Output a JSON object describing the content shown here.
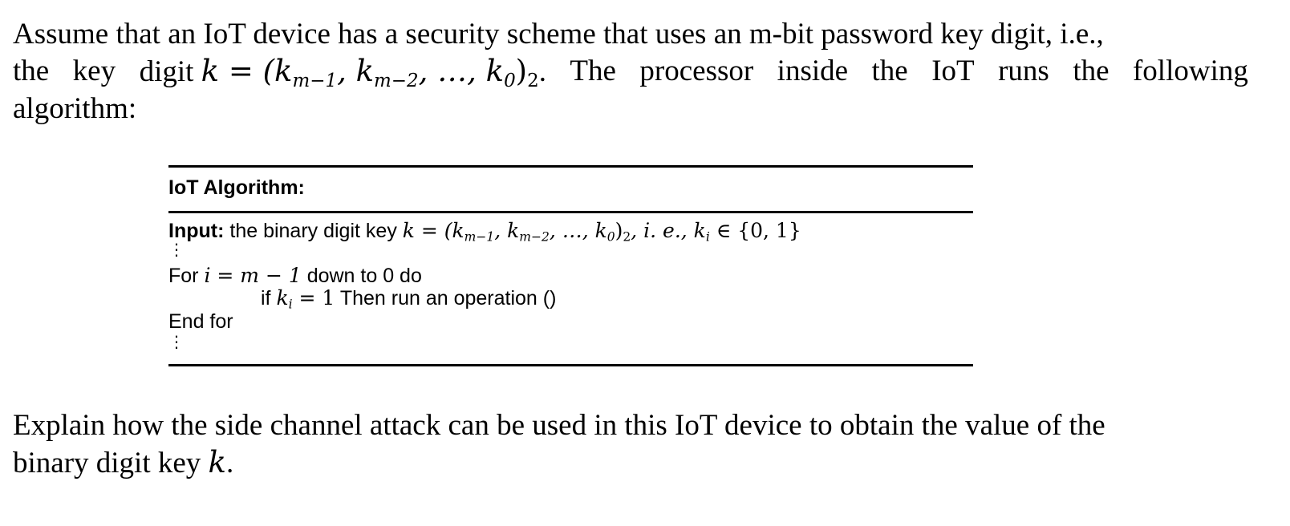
{
  "question": {
    "intro_line1": "Assume that an IoT device has a security scheme that uses an m-bit password key digit, i.e.,",
    "intro_line2_words": [
      "the",
      "key",
      "digit"
    ],
    "intro_line2_math": "k = (k",
    "intro_line2_math_sub1": "m−1",
    "intro_line2_math_mid": ", k",
    "intro_line2_math_sub2": "m−2",
    "intro_line2_math_end": ", …, k",
    "intro_line2_math_sub3": "0",
    "intro_line2_math_close": ")",
    "intro_line2_math_sub4": "2",
    "intro_line2_rest_words": [
      ".",
      "The",
      "processor",
      "inside",
      "the",
      "IoT",
      "runs",
      "the",
      "following"
    ],
    "intro_line3": "algorithm:",
    "closing_line1": "Explain how the side channel attack can be used in this IoT device to obtain the value of the",
    "closing_line2_text": "binary digit key ",
    "closing_line2_var": "k",
    "closing_line2_end": "."
  },
  "algorithm": {
    "title": "IoT Algorithm:",
    "input_label": "Input:",
    "input_text": " the binary digit key ",
    "input_math": "k = (k",
    "input_sub1": "m−1",
    "input_math2": ", k",
    "input_sub2": "m−2",
    "input_math3": ", …, k",
    "input_sub3": "0",
    "input_math4": ")",
    "input_sub4": "2",
    "input_math5": ", i. e., k",
    "input_sub5": "i",
    "input_math6": " ∈ {0, 1}",
    "vdots": "⋮",
    "for_prefix": "For ",
    "for_math": "i = m − 1",
    "for_suffix": " down to 0 do",
    "if_prefix": "if ",
    "if_math": "k",
    "if_sub": "i",
    "if_math2": " = 1",
    "if_suffix": " Then  run an operation ()",
    "end_for": "End for"
  }
}
